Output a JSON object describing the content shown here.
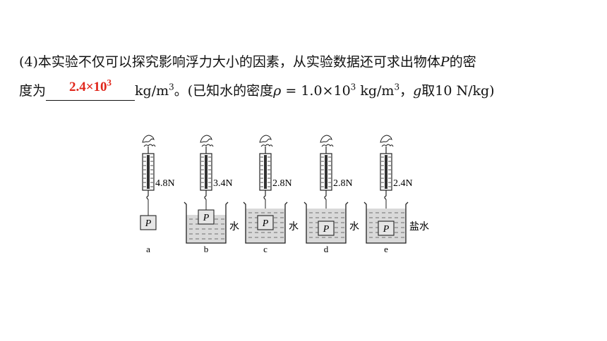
{
  "question": {
    "l1_a": "(4)本实验不仅可以探究影响浮力大小的因素，从实验数据还可求出物体",
    "l1_p": "P",
    "l1_b": "的密",
    "l2_a": "度为",
    "answer_base": "2.4×10",
    "answer_exp": "3",
    "unit_base": "kg/m",
    "unit_exp": "3",
    "l2_b": "。(已知水的密度",
    "rho": "ρ",
    "l2_c": " = 1.0×10",
    "l2_exp": "3",
    "l2_d": " kg/m",
    "l2_exp2": "3",
    "l2_e": "，",
    "g": "g",
    "l2_f": "取10 N/kg)"
  },
  "figure": {
    "panels": [
      {
        "reading": "4.8N",
        "block": "P",
        "substance": "",
        "caption": "a"
      },
      {
        "reading": "3.4N",
        "block": "P",
        "substance": "水",
        "caption": "b"
      },
      {
        "reading": "2.8N",
        "block": "P",
        "substance": "水",
        "caption": "c"
      },
      {
        "reading": "2.8N",
        "block": "P",
        "substance": "水",
        "caption": "d"
      },
      {
        "reading": "2.4N",
        "block": "P",
        "substance": "盐水",
        "caption": "e"
      }
    ]
  }
}
